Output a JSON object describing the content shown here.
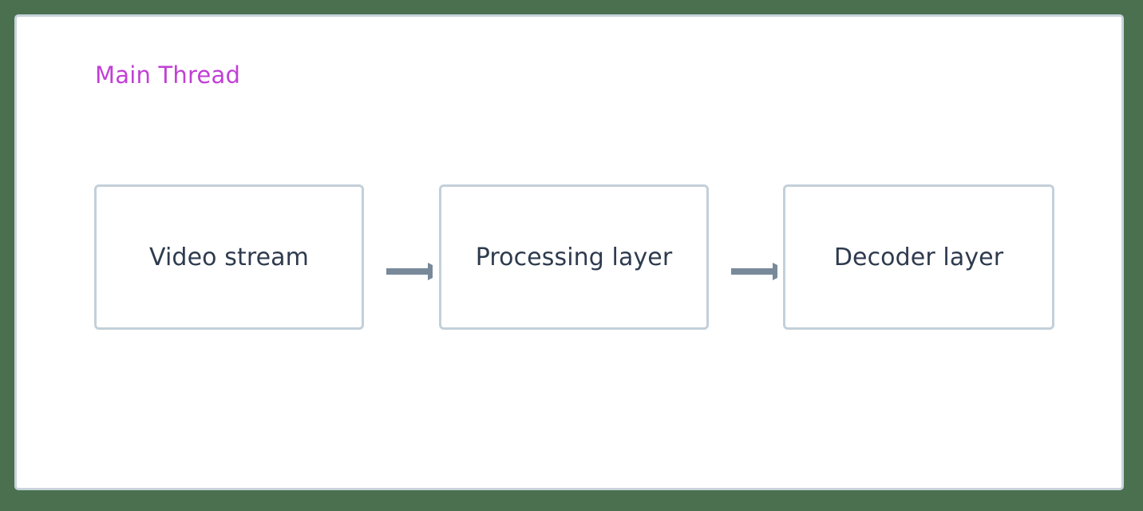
{
  "diagram": {
    "subgraph": {
      "title": "Main Thread",
      "title_color": "#c13fd6"
    },
    "canvas": {
      "background": "#ffffff",
      "border_color": "#c8d3dc",
      "page_background": "#4a7050"
    },
    "node_style": {
      "fill": "#ffffff",
      "stroke": "#c3d0da",
      "text_color": "#2e3b4e"
    },
    "edge_style": {
      "color": "#78899a"
    },
    "nodes": [
      {
        "id": "video-stream",
        "label": "Video stream"
      },
      {
        "id": "processing-layer",
        "label": "Processing layer"
      },
      {
        "id": "decoder-layer",
        "label": "Decoder layer"
      }
    ],
    "edges": [
      {
        "id": "video-to-processing",
        "from": "video-stream",
        "to": "processing-layer",
        "label": ""
      },
      {
        "id": "processing-to-decoder",
        "from": "processing-layer",
        "to": "decoder-layer",
        "label": ""
      }
    ]
  }
}
